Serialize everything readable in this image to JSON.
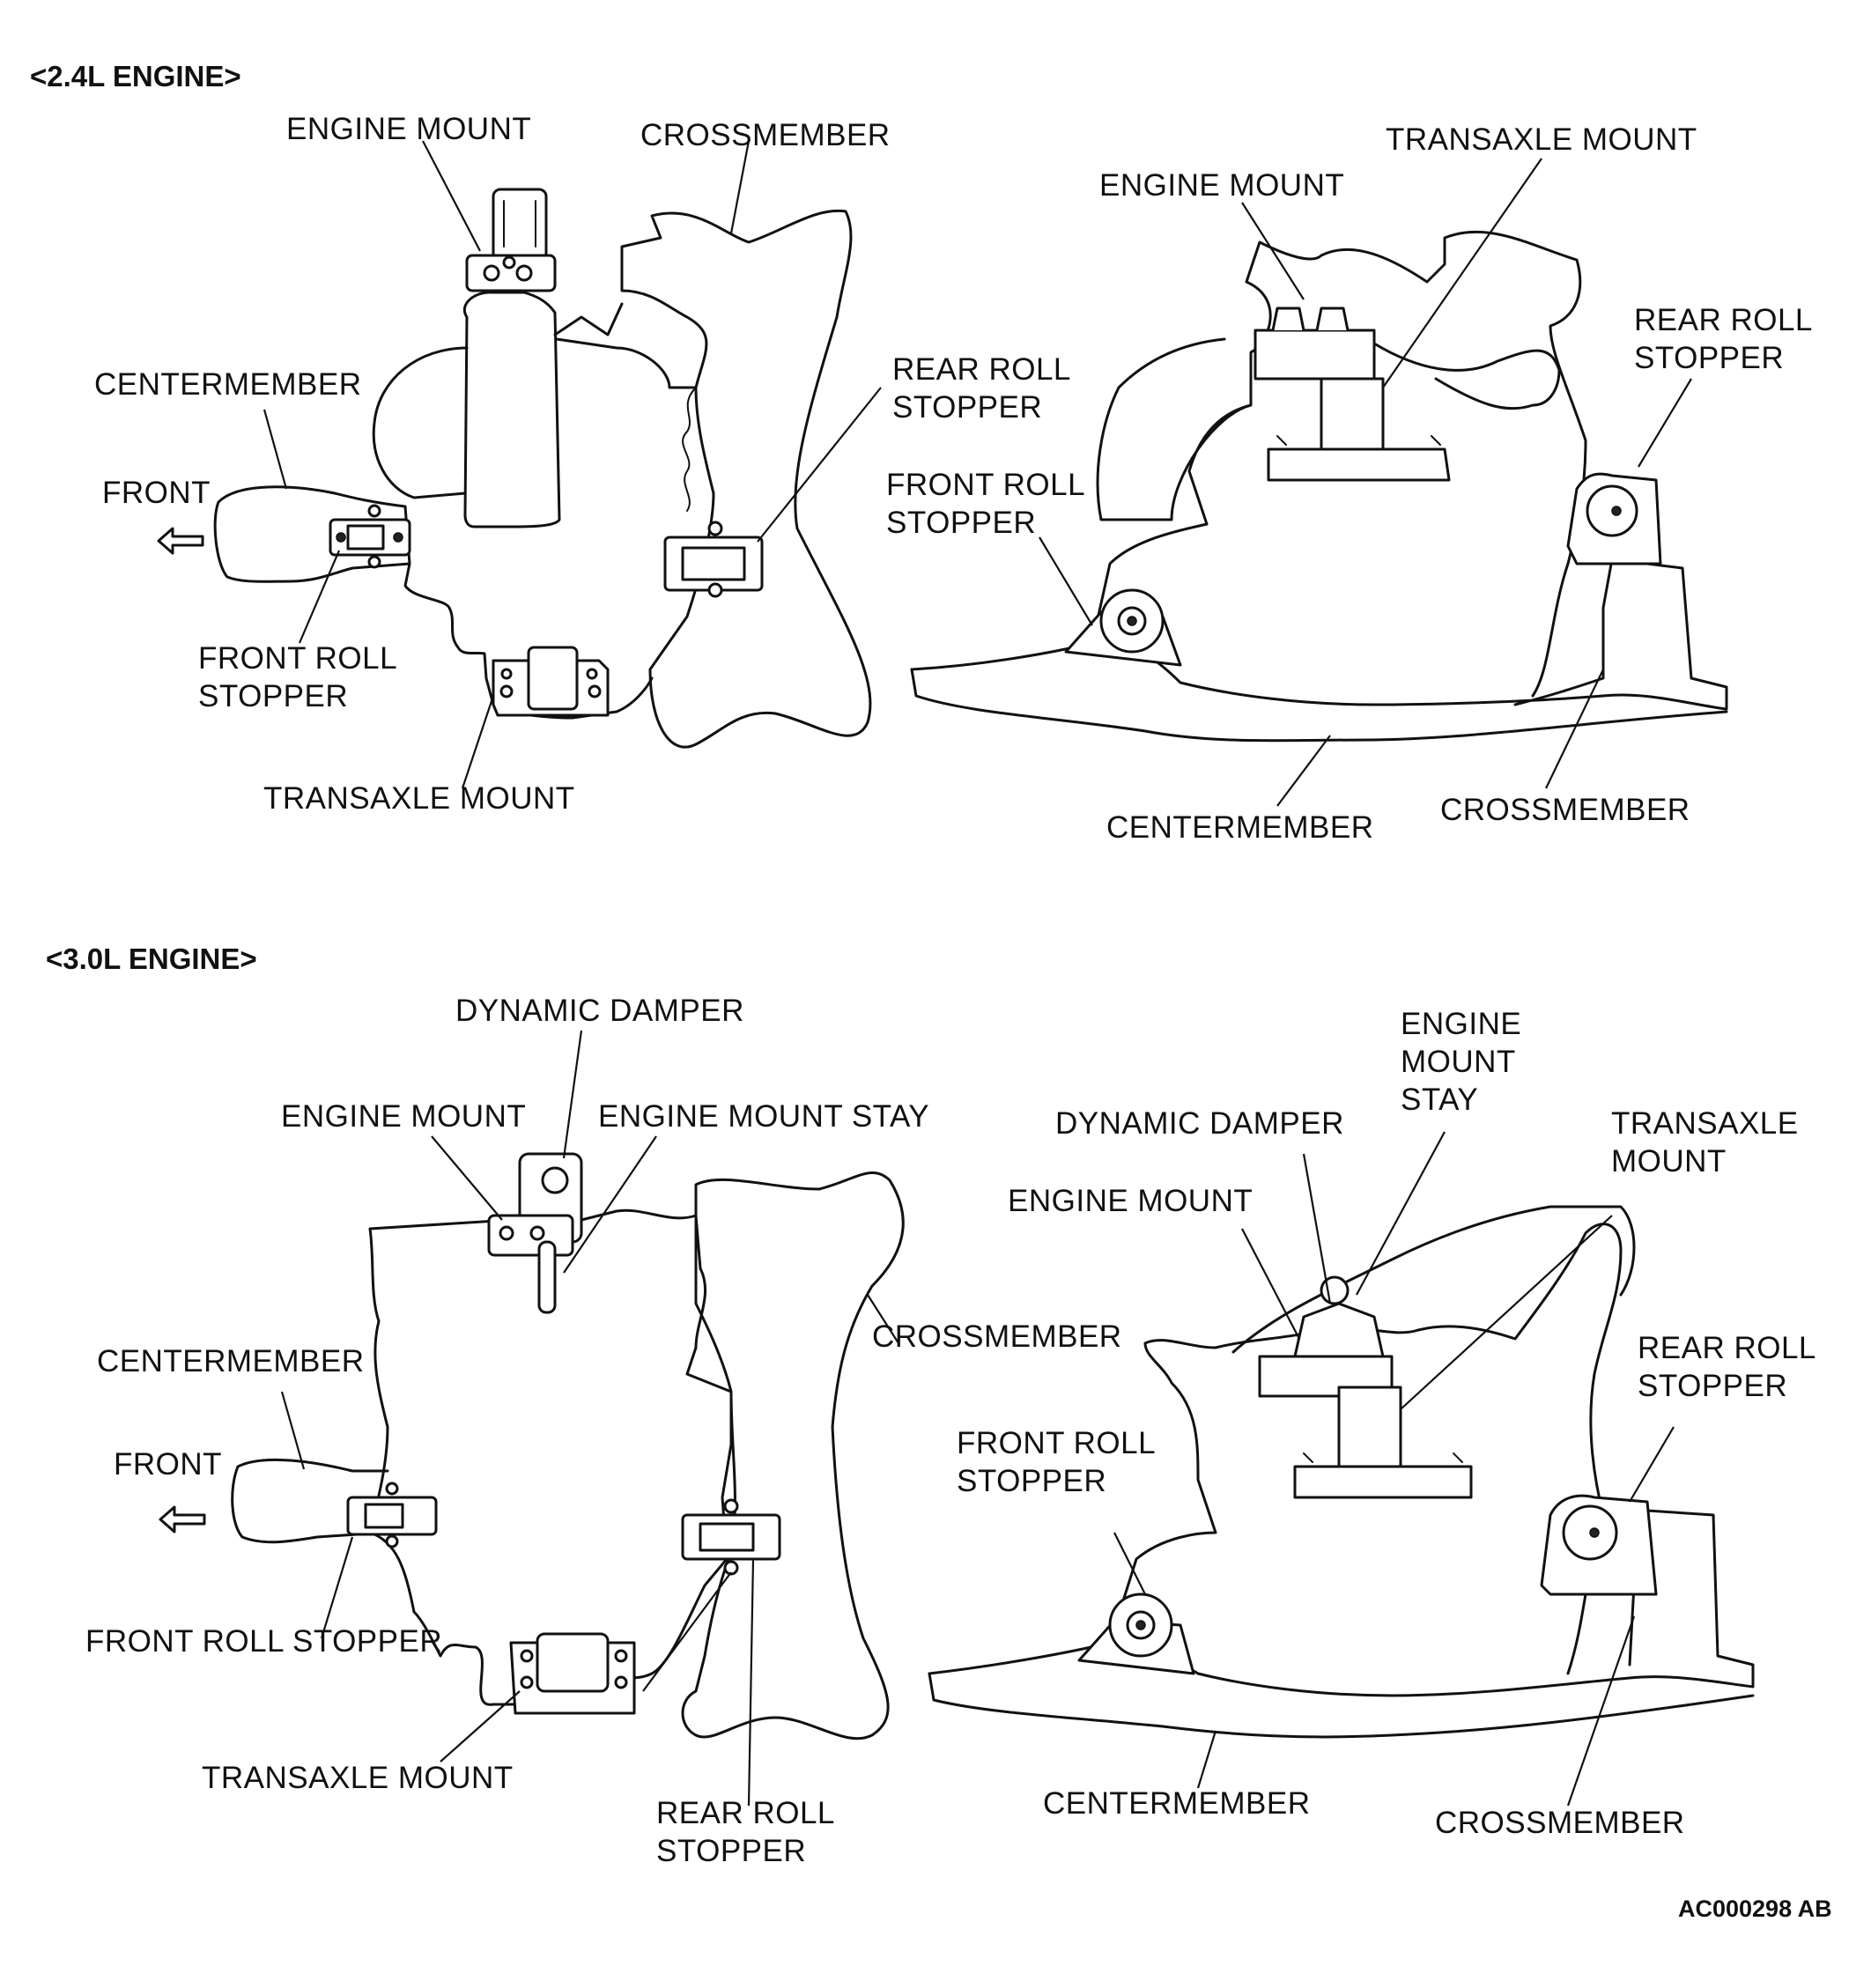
{
  "sections": [
    {
      "heading": "<2.4L ENGINE>",
      "top_view": {
        "engine_mount": "ENGINE MOUNT",
        "crossmember": "CROSSMEMBER",
        "centermember": "CENTERMEMBER",
        "front": "FRONT",
        "rear_roll_stopper": "REAR ROLL\nSTOPPER",
        "front_roll_stopper": "FRONT ROLL\nSTOPPER",
        "transaxle_mount": "TRANSAXLE MOUNT"
      },
      "side_view": {
        "engine_mount": "ENGINE MOUNT",
        "transaxle_mount": "TRANSAXLE MOUNT",
        "rear_roll_stopper": "REAR ROLL\nSTOPPER",
        "front_roll_stopper": "FRONT ROLL\nSTOPPER",
        "centermember": "CENTERMEMBER",
        "crossmember": "CROSSMEMBER"
      }
    },
    {
      "heading": "<3.0L ENGINE>",
      "top_view": {
        "dynamic_damper": "DYNAMIC DAMPER",
        "engine_mount": "ENGINE MOUNT",
        "engine_mount_stay": "ENGINE MOUNT STAY",
        "crossmember": "CROSSMEMBER",
        "centermember": "CENTERMEMBER",
        "front": "FRONT",
        "front_roll_stopper": "FRONT ROLL STOPPER",
        "transaxle_mount": "TRANSAXLE MOUNT",
        "rear_roll_stopper": "REAR ROLL\nSTOPPER"
      },
      "side_view": {
        "engine_mount_stay": "ENGINE\nMOUNT\nSTAY",
        "dynamic_damper": "DYNAMIC DAMPER",
        "transaxle_mount": "TRANSAXLE\nMOUNT",
        "engine_mount": "ENGINE MOUNT",
        "rear_roll_stopper": "REAR ROLL\nSTOPPER",
        "front_roll_stopper": "FRONT ROLL\nSTOPPER",
        "centermember": "CENTERMEMBER",
        "crossmember": "CROSSMEMBER"
      }
    }
  ],
  "figure_code": "AC000298 AB"
}
